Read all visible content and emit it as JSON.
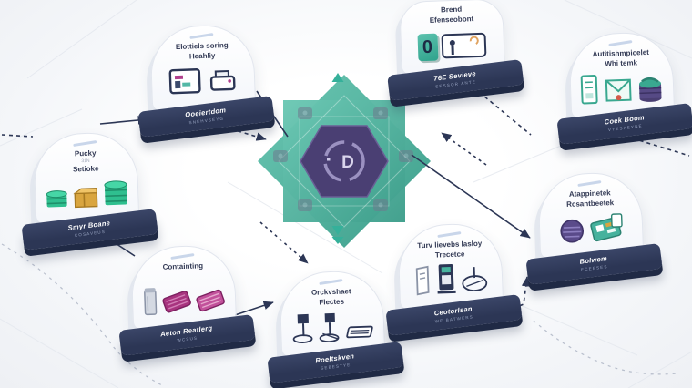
{
  "center": {
    "logo_letter": "D",
    "hub_color_outer": "#4fb5a1",
    "hub_color_hex": "#4a3f73"
  },
  "colors": {
    "accent_teal": "#46b29d",
    "banner_navy": "#2c3655",
    "magenta": "#a8347f",
    "gold": "#d9a53f",
    "coin_green": "#2fbf8f",
    "badge_purple": "#5a4b8a"
  },
  "cards": [
    {
      "id": "electronics",
      "title1": "Elottiels soring",
      "mid": "",
      "title2": "Heahliy",
      "banner": "Ooeiertdom",
      "banner_sub": "SNEHVSEYG",
      "icons": [
        "monitor-icon",
        "printer-icon"
      ]
    },
    {
      "id": "brand",
      "title1": "Brend",
      "mid": "",
      "title2": "Efenseobont",
      "banner": "76E Sevieve",
      "banner_sub": "SESSOR ANTE",
      "tile_label": "0",
      "icons": [
        "zero-tile-icon",
        "id-card-icon"
      ]
    },
    {
      "id": "wallet",
      "title1": "Autitishmpicelet",
      "mid": "",
      "title2": "Whi temk",
      "banner": "Coek Boom",
      "banner_sub": "VYESAEYNE",
      "icons": [
        "receipt-icon",
        "envelope-icon",
        "coin-stack-purple-icon"
      ]
    },
    {
      "id": "packy",
      "title1": "Pucky",
      "mid": "31N",
      "title2": "Setioke",
      "banner": "Smyr Boane",
      "banner_sub": "COSAVEUS",
      "icons": [
        "coin-stack-small-icon",
        "gold-box-icon",
        "coin-stack-large-icon"
      ]
    },
    {
      "id": "containing",
      "title1": "Containting",
      "mid": "",
      "title2": "",
      "banner": "Aeton Reatlerg",
      "banner_sub": "WCSUS",
      "icons": [
        "canister-icon",
        "panel-icon",
        "panel-icon"
      ]
    },
    {
      "id": "orckvshaet",
      "title1": "Orckvshaet",
      "mid": "",
      "title2": "Flectes",
      "banner": "Roeltskven",
      "banner_sub": "SEBESTYE",
      "icons": [
        "signpost-icon",
        "signpost-icon",
        "keyboard-icon"
      ]
    },
    {
      "id": "kiosk",
      "title1": "Turv lievebs lasloy",
      "mid": "",
      "title2": "Trecetce",
      "banner": "Ceotorlsan",
      "banner_sub": "WE BATWERS",
      "icons": [
        "door-icon",
        "kiosk-icon",
        "round-table-icon"
      ]
    },
    {
      "id": "badges",
      "title1": "Atappinetek",
      "mid": "",
      "title2": "Rcsantbeetek",
      "banner": "Bolwem",
      "banner_sub": "ECEESES",
      "icons": [
        "badge-icon",
        "card-stack-icon"
      ]
    }
  ]
}
